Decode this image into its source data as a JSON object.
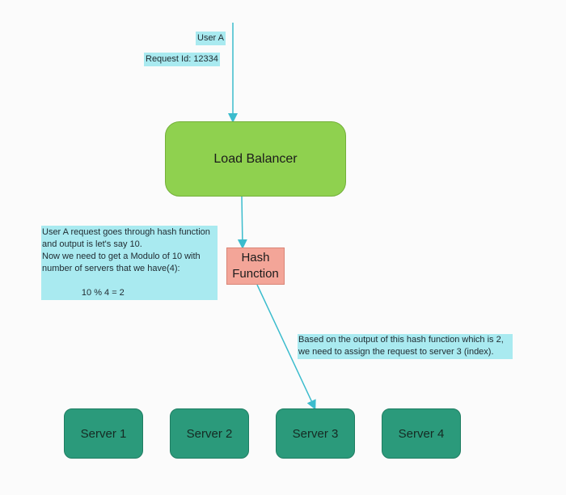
{
  "user_label": "User A",
  "request_label": "Request Id: 12334",
  "load_balancer": "Load Balancer",
  "hash_function": "Hash\nFunction",
  "hash_note": "User A request goes through hash function\nand output is let's say 10.\nNow we need to get a Modulo of 10 with\nnumber of servers that we have(4):\n\n                10 % 4 = 2",
  "assign_note": "Based on the output of this hash function which is 2,\nwe need to assign the request to server 3 (index).",
  "servers": [
    "Server 1",
    "Server 2",
    "Server 3",
    "Server 4"
  ],
  "colors": {
    "connector": "#3bbccd",
    "note_bg": "#a9eaf0",
    "load_balancer": "#8fd14f",
    "hash_function": "#f3a598",
    "server": "#2b9a7b"
  }
}
